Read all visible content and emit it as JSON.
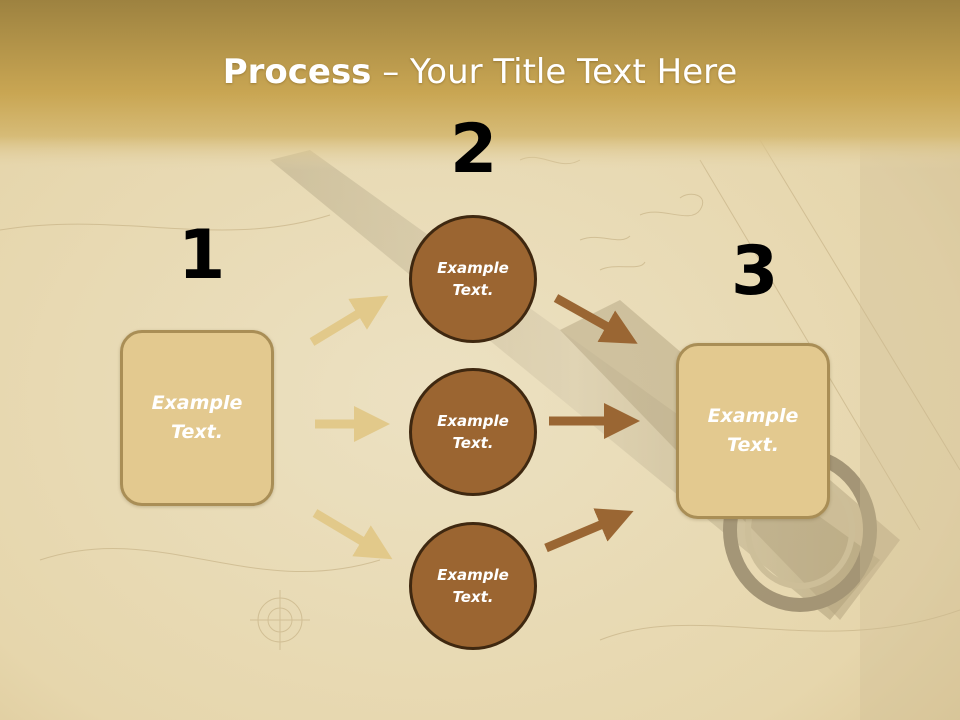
{
  "slide": {
    "title_bold": "Process",
    "title_rest": " – Your Title Text Here",
    "colors": {
      "header_gold": "#c9a653",
      "box_fill": "#e3c98f",
      "circle_fill": "#9b6531",
      "light_arrow": "#e2c98a",
      "dark_arrow": "#9a6633"
    }
  },
  "steps": {
    "one": {
      "number": "1",
      "label": "Example\nText."
    },
    "two": {
      "number": "2",
      "items": [
        {
          "label": "Example\nText."
        },
        {
          "label": "Example\nText."
        },
        {
          "label": "Example\nText."
        }
      ]
    },
    "three": {
      "number": "3",
      "label": "Example\nText."
    }
  }
}
